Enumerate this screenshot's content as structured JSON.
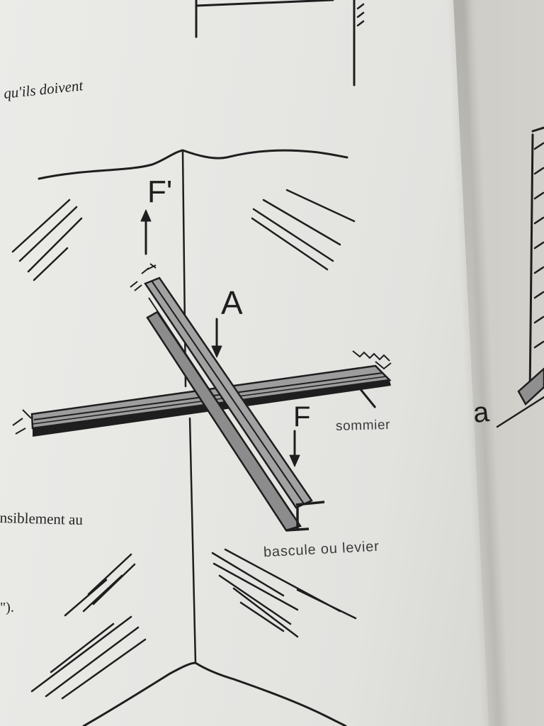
{
  "text": {
    "line_top": "qu'ils doivent",
    "line_mid": "nsiblement au",
    "line_low": "\")."
  },
  "labels": {
    "force_top": "F'",
    "point_a": "A",
    "force_bottom": "F",
    "sommier": "sommier",
    "bascule": "bascule ou levier",
    "next_page_a": "a"
  },
  "colors": {
    "paper": "#e6e6e3",
    "ink": "#1e1e1e",
    "beam_fill": "#9a9a9a"
  }
}
